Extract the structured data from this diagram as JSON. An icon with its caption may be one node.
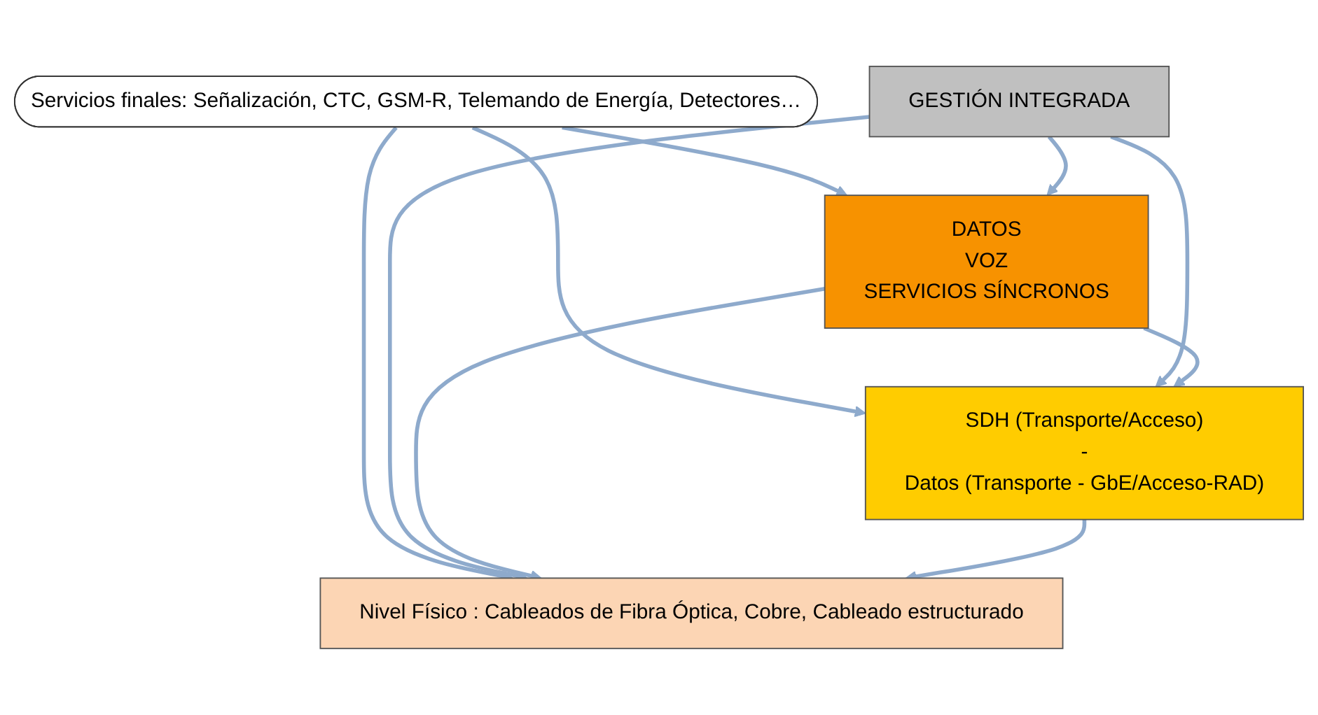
{
  "diagram": {
    "nodes": [
      {
        "text": [
          "Servicios finales: Señalización, CTC, GSM-R, Telemando de Energía, Detectores…"
        ]
      },
      {
        "text": [
          "GESTIÓN INTEGRADA"
        ]
      },
      {
        "text": [
          "DATOS",
          "VOZ",
          "SERVICIOS SÍNCRONOS"
        ]
      },
      {
        "text": [
          "SDH (Transporte/Acceso)",
          "-",
          "Datos (Transporte - GbE/Acceso-RAD)"
        ]
      },
      {
        "text": [
          "Nivel Físico : Cableados de Fibra Óptica, Cobre, Cableado estructurado"
        ]
      }
    ],
    "edges": [
      {
        "from": 0,
        "to": 2,
        "arrow": "to"
      },
      {
        "from": 0,
        "to": 3,
        "arrow": "to"
      },
      {
        "from": 0,
        "to": 4,
        "arrow": "to"
      },
      {
        "from": 1,
        "to": 2,
        "arrow": "to"
      },
      {
        "from": 1,
        "to": 3,
        "arrow": "to"
      },
      {
        "from": 1,
        "to": 4,
        "arrow": "to"
      },
      {
        "from": 2,
        "to": 3,
        "arrow": "to"
      },
      {
        "from": 2,
        "to": 4,
        "arrow": "to"
      },
      {
        "from": 3,
        "to": 4,
        "arrow": "to"
      }
    ]
  }
}
